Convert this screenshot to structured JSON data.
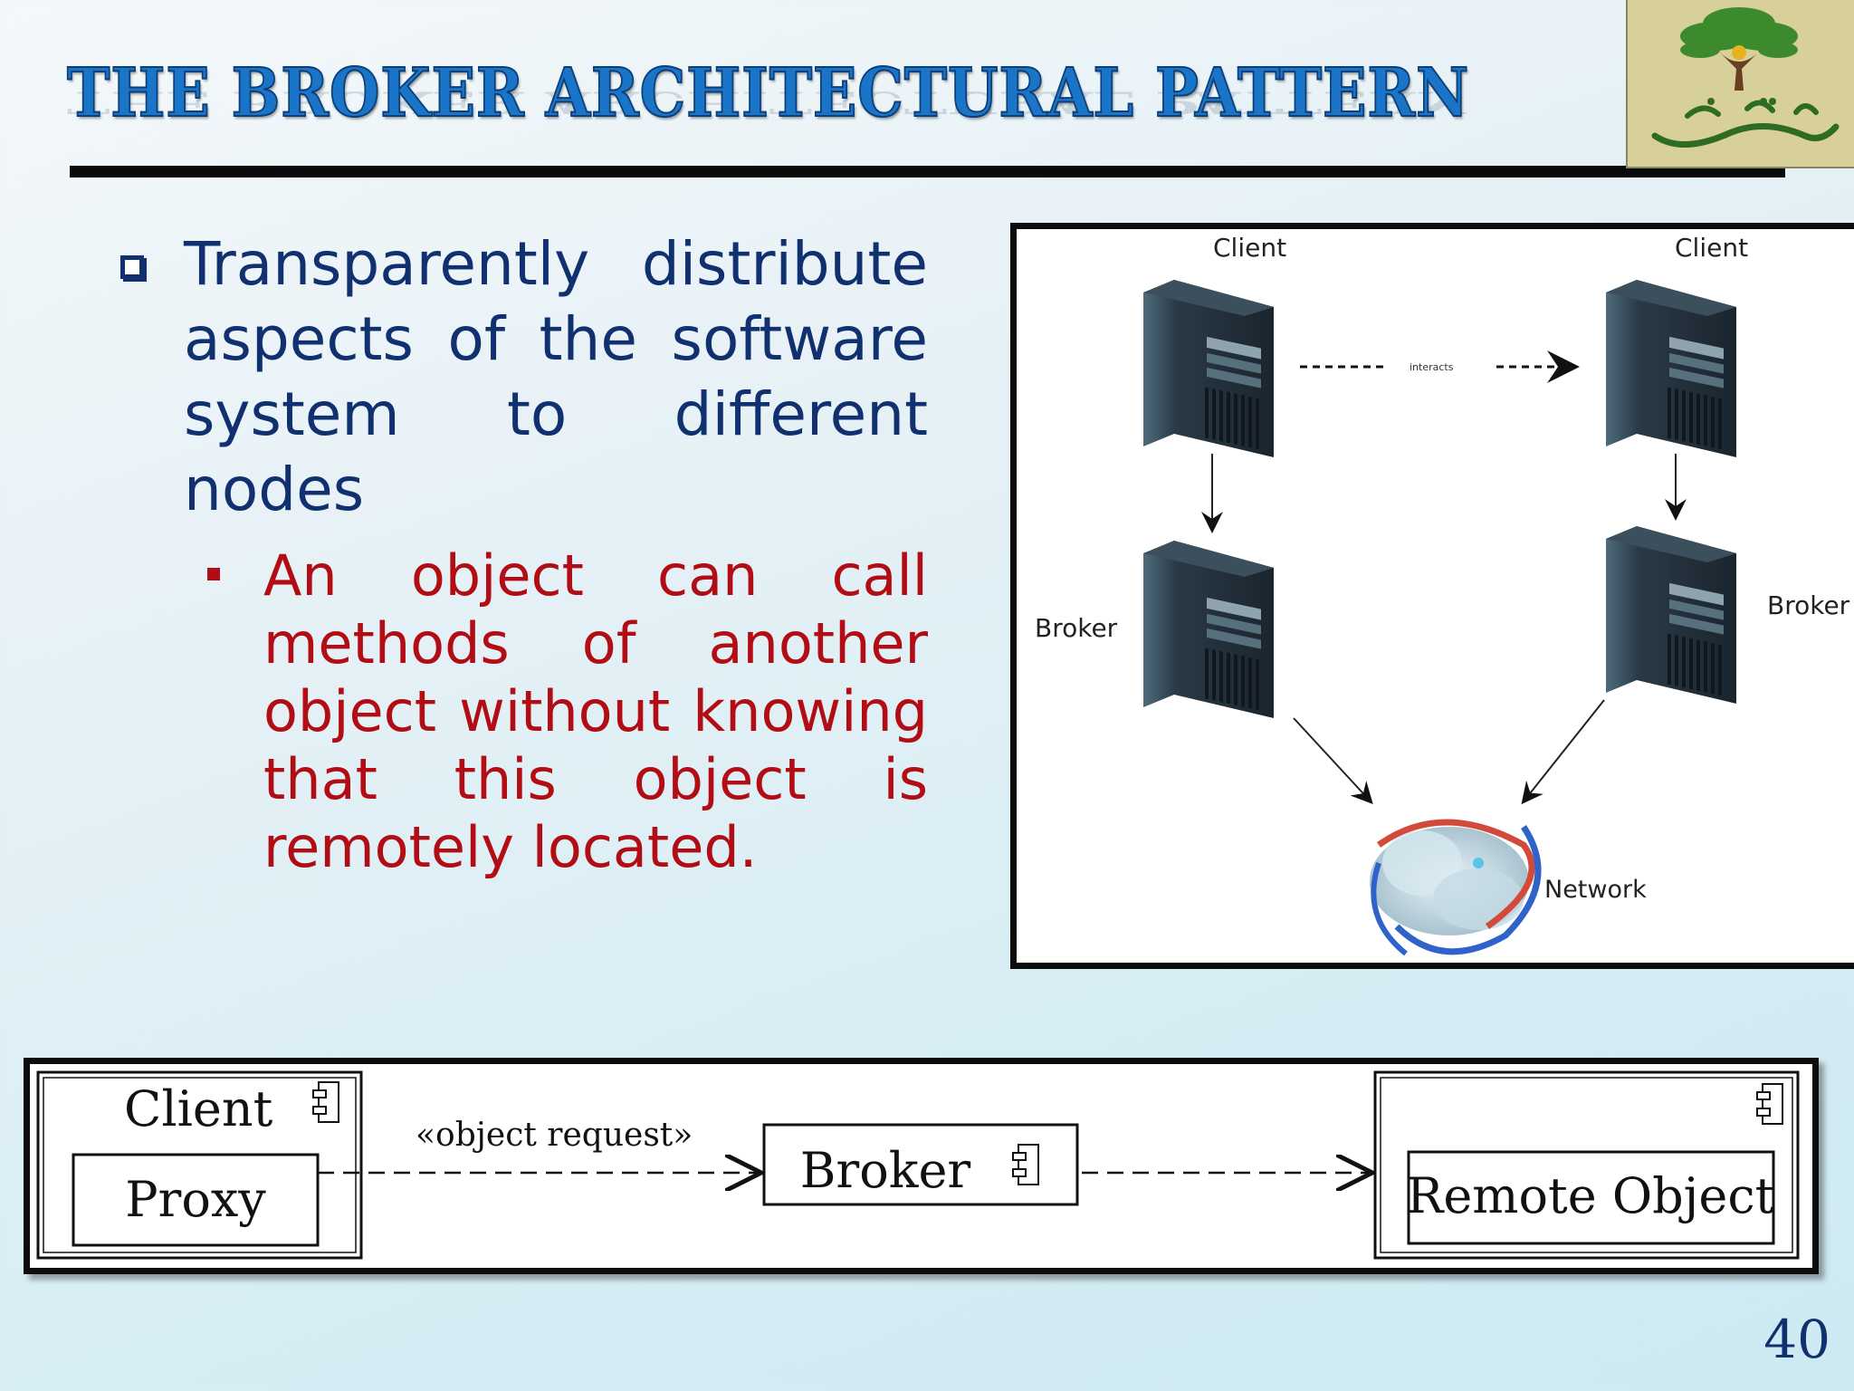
{
  "slide": {
    "title": "THE BROKER ARCHITECTURAL PATTERN",
    "page_number": "40"
  },
  "bullets": {
    "main": "Transparently distribute aspects of the software system to different nodes",
    "sub": "An object can call methods of another object without knowing that this object is remotely located."
  },
  "network_diagram": {
    "client_left": "Client",
    "client_right": "Client",
    "interacts": "interacts",
    "broker_left": "Broker",
    "broker_right": "Broker",
    "network": "Network"
  },
  "component_diagram": {
    "client": "Client",
    "proxy": "Proxy",
    "request": "«object request»",
    "broker": "Broker",
    "remote_object": "Remote Object"
  },
  "colors": {
    "title": "#1a74c7",
    "main_text": "#10306f",
    "sub_text": "#b20c14",
    "logo_bg": "#d8d09a"
  },
  "icons": [
    "logo-icon",
    "server-icon",
    "network-icon",
    "component-icon"
  ]
}
